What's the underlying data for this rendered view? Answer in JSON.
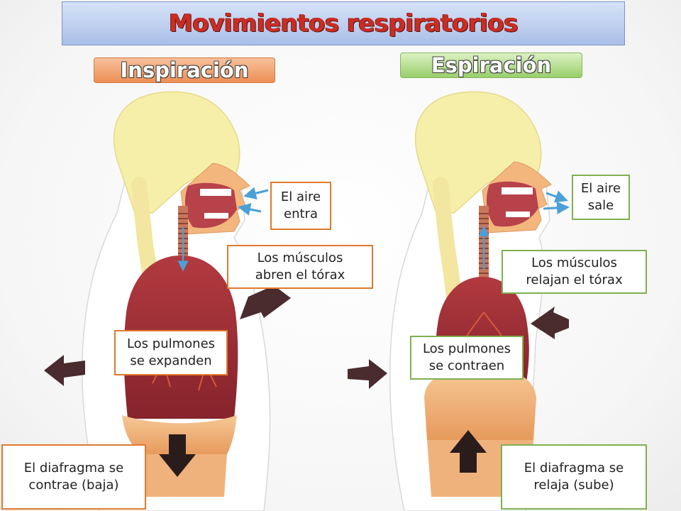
{
  "title": "Movimientos respiratorios",
  "panels": {
    "inspiration": {
      "heading": "Inspiración",
      "labels": {
        "air": "El aire\nentra",
        "muscles": "Los músculos\nabren el tórax",
        "lungs": "Los pulmones\nse expanden",
        "diaphragm": "El diafragma se\ncontrae (baja)"
      }
    },
    "expiration": {
      "heading": "Espiración",
      "labels": {
        "air": "El aire\nsale",
        "muscles": "Los músculos\nrelajan el tórax",
        "lungs": "Los pulmones\nse contraen",
        "diaphragm": "El diafragma se\nrelaja (sube)"
      }
    }
  },
  "colors": {
    "title": "#cc2c22",
    "inspiration_accent": "#e07a2e",
    "expiration_accent": "#7fb04f",
    "skull": "#f6efaa",
    "lungs": "#9e2e36",
    "diaphragm": "#f0b27c",
    "airflow_arrows": "#4aa0d8",
    "movement_arrows": "#4a2b2e"
  }
}
